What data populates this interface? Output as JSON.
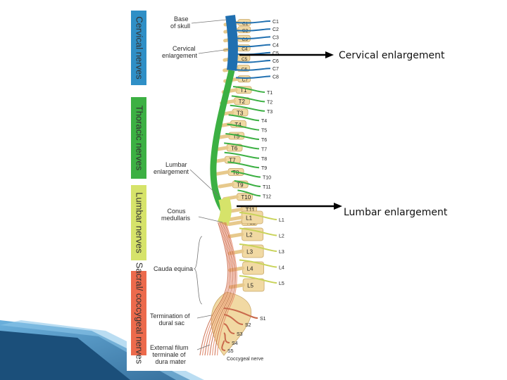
{
  "bands": [
    {
      "label": "Cervical nerves",
      "color": "#2f8fc6"
    },
    {
      "label": "Thoracic nerves",
      "color": "#3cb043"
    },
    {
      "label": "Lumbar nerves",
      "color": "#d6e36a"
    },
    {
      "label": "Sacral/ coccygeal nerves",
      "color": "#ec6a4c"
    }
  ],
  "figure_labels": {
    "base_of_skull": [
      "Base",
      "of skull"
    ],
    "cervical_enlargement": [
      "Cervical",
      "enlargement"
    ],
    "lumbar_enlargement": [
      "Lumbar",
      "enlargement"
    ],
    "conus_medullaris": [
      "Conus",
      "medullaris"
    ],
    "cauda_equina": "Cauda equina",
    "termination_dural_sac": [
      "Termination of",
      "dural sac"
    ],
    "external_filum": [
      "External filum",
      "terminale of",
      "dura mater"
    ],
    "coccygeal_nerve": "Coccygeal nerve"
  },
  "vertebrae": [
    "C1",
    "C2",
    "C3",
    "C4",
    "C5",
    "C6",
    "C7",
    "T1",
    "T2",
    "T3",
    "T4",
    "T5",
    "T6",
    "T7",
    "T8",
    "T9",
    "T10",
    "T11",
    "T12",
    "L1",
    "L2",
    "L3",
    "L4",
    "L5"
  ],
  "nerves": {
    "cervical": [
      "C1",
      "C2",
      "C3",
      "C4",
      "C5",
      "C6",
      "C7",
      "C8"
    ],
    "thoracic": [
      "T1",
      "T2",
      "T3",
      "T4",
      "T5",
      "T6",
      "T7",
      "T8",
      "T9",
      "T10",
      "T11",
      "T12"
    ],
    "lumbar": [
      "L1",
      "L2",
      "L3",
      "L4",
      "L5"
    ],
    "sacral": [
      "S1",
      "S2",
      "S3",
      "S4",
      "S5"
    ]
  },
  "annotations": {
    "cervical": "Cervical enlargement",
    "lumbar": "Lumbar enlargement"
  },
  "colors": {
    "cervical_cord": "#1f6fb0",
    "thoracic_cord": "#3cb043",
    "lumbar_cord": "#d6e36a",
    "sacral_cord": "#e88a6a",
    "bone": "#f1d9a3",
    "accent_blue": "#2f7fb5"
  }
}
